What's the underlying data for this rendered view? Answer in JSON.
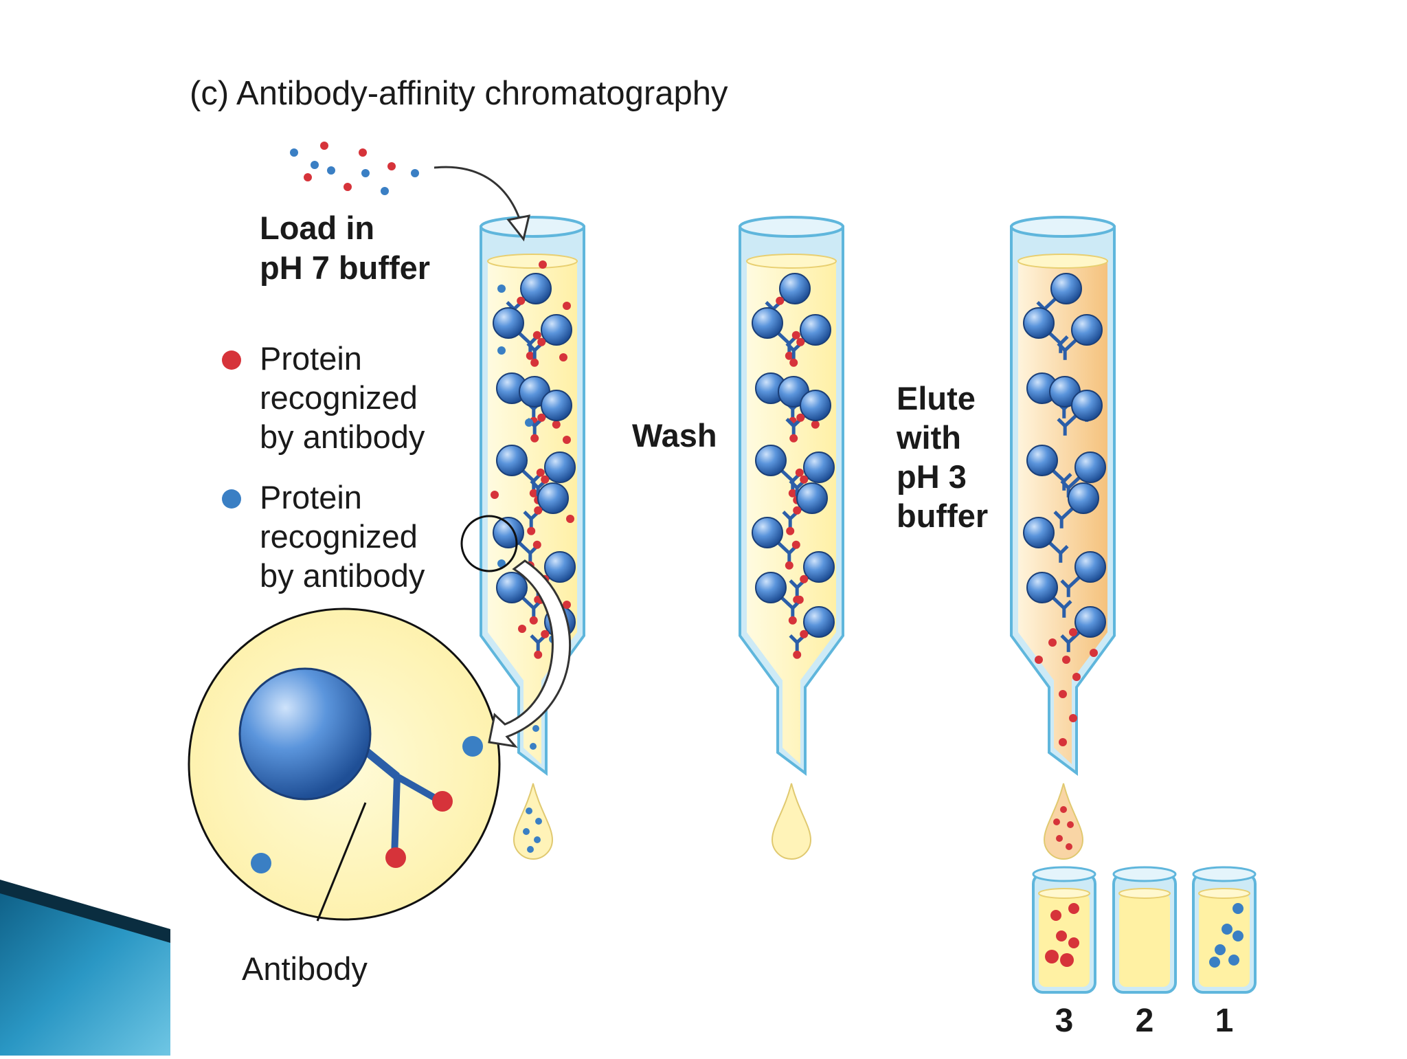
{
  "figure": {
    "title": "(c) Antibody-affinity chromatography",
    "steps": {
      "load_line1": "Load in",
      "load_line2": "pH 7 buffer",
      "wash": "Wash",
      "elute_line1": "Elute",
      "elute_line2": "with",
      "elute_line3": "pH 3",
      "elute_line4": "buffer"
    },
    "legend": [
      {
        "color": "#d6333a",
        "line1": "Protein",
        "line2": "recognized",
        "line3": "by antibody"
      },
      {
        "color": "#3a7fc4",
        "line1": "Protein",
        "line2": "recognized",
        "line3": "by antibody"
      }
    ],
    "inset_label": "Antibody",
    "fractions": [
      "3",
      "2",
      "1"
    ]
  },
  "colors": {
    "red_protein": "#d6333a",
    "blue_protein": "#3a7fc4",
    "bead": "#4a86cf",
    "column_glass": "#bfe4f5",
    "column_outline": "#5fb6dc",
    "buffer_yellow": "#fff3b0",
    "elute_orange": "#f7c98a",
    "slide_accent": "#1e7fa8"
  }
}
